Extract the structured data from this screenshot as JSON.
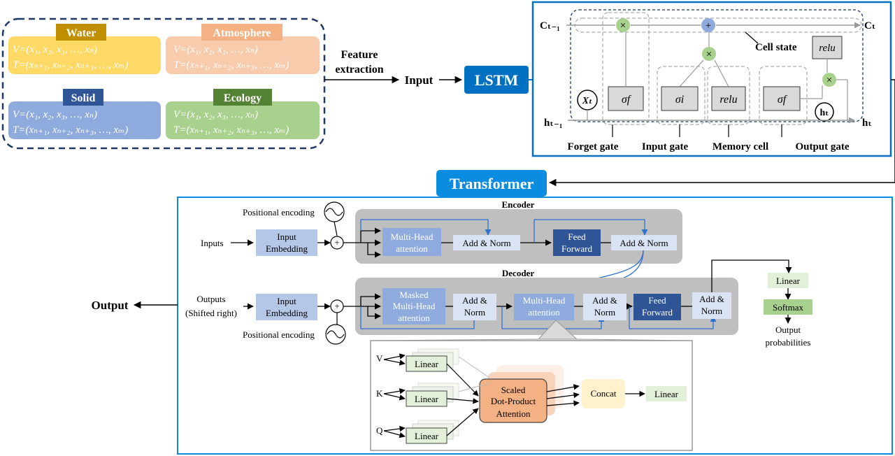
{
  "input_panel": {
    "feature_extraction": [
      "Feature",
      "extraction"
    ],
    "cards": [
      {
        "title": "Water",
        "title_color": "#b8860b",
        "bg": "#ffd966",
        "v_line": "V=(x₁, x₂, x₃, …, xₙ)",
        "t_line": "T=(xₙ₊₁, xₙ₊₂, xₙ₊₃, …, xₘ)"
      },
      {
        "title": "Atmosphere",
        "title_color": "#f4b183",
        "bg": "#f8cbad",
        "v_line": "V=(x₁, x₂, x₃, …, xₙ)",
        "t_line": "T=(xₙ₊₁, xₙ₊₂, xₙ₊₃, …, xₘ)"
      },
      {
        "title": "Solid",
        "title_color": "#2f5597",
        "bg": "#8faadc",
        "v_line": "V=(x₁, x₂, x₃, …, xₙ)",
        "t_line": "T=(xₙ₊₁, xₙ₊₂, xₙ₊₃, …, xₘ)"
      },
      {
        "title": "Ecology",
        "title_color": "#548235",
        "bg": "#a9d18e",
        "v_line": "V=(x₁, x₂, x₃, …, xₙ)",
        "t_line": "T=(xₙ₊₁, xₙ₊₂, xₙ₊₃, …, xₘ)"
      }
    ]
  },
  "flow": {
    "input": "Input",
    "lstm": "LSTM",
    "transformer": "Transformer",
    "output": "Output"
  },
  "lstm_cell": {
    "c_prev": "Cₜ₋₁",
    "c_next": "Cₜ",
    "h_prev": "hₜ₋₁",
    "h_next": "hₜ",
    "x_t": "Xₜ",
    "h_t": "hₜ",
    "cell_state": "Cell state",
    "sigma_f": "σf",
    "sigma_i": "σi",
    "relu": "relu",
    "times": "×",
    "plus": "+",
    "gates": [
      "Forget gate",
      "Input gate",
      "Memory cell",
      "Output gate"
    ]
  },
  "transformer": {
    "encoder_title": "Encoder",
    "decoder_title": "Decoder",
    "positional_encoding": "Positional encoding",
    "inputs": "Inputs",
    "outputs": [
      "Outputs",
      "(Shifted right)"
    ],
    "input_embedding": [
      "Input",
      "Embedding"
    ],
    "multi_head": [
      "Multi-Head",
      "attention"
    ],
    "masked_multi_head": [
      "Masked",
      "Multi-Head",
      "attention"
    ],
    "add_norm": "Add & Norm",
    "add_norm_split": [
      "Add &",
      "Norm"
    ],
    "feed_forward": [
      "Feed",
      "Forward"
    ],
    "linear": "Linear",
    "softmax": "Softmax",
    "output_probabilities": [
      "Output",
      "probabilities"
    ],
    "attention_detail": {
      "v": "V",
      "k": "K",
      "q": "Q",
      "linear": "Linear",
      "scaled": [
        "Scaled",
        "Dot-Product",
        "Attention"
      ],
      "concat": "Concat",
      "linear_out": "Linear"
    }
  },
  "colors": {
    "accent_blue": "#0070c0",
    "dark_navy": "#203864",
    "encoder_bg": "#bfbfbf",
    "light_blue_box": "#8faadc",
    "dark_blue_box": "#2f5597",
    "pale_blue": "#dae3f3",
    "green_box": "#e2efd9",
    "green_dark": "#a9d18e",
    "orange": "#f8cbad",
    "concat": "#fff2cc"
  }
}
